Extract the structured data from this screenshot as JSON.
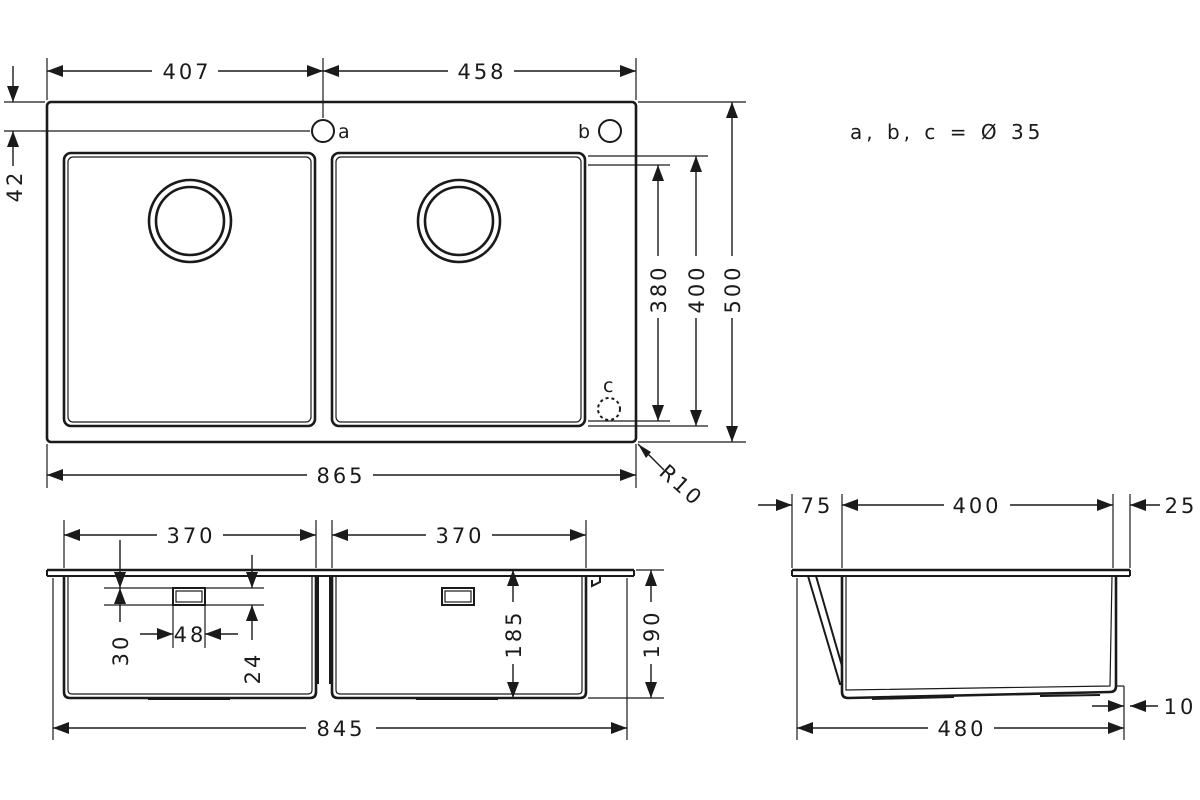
{
  "note": "a, b, c = Ø 35",
  "hole_labels": {
    "a": "a",
    "b": "b",
    "c": "c"
  },
  "top_view": {
    "width_left": "407",
    "width_right": "458",
    "offset_top": "42",
    "height_inner": "380",
    "height_bowl": "400",
    "height_total": "500",
    "width_total": "865",
    "radius": "R10"
  },
  "front_view": {
    "bowl_left_width": "370",
    "bowl_right_width": "370",
    "overflow_height": "30",
    "overflow_width": "48",
    "overflow_offset": "24",
    "depth_right": "185",
    "depth_total": "190",
    "width_total": "845"
  },
  "side_view": {
    "front_offset": "75",
    "bowl_depth": "400",
    "rear_offset": "25",
    "bottom_offset": "10",
    "width_total": "480"
  }
}
